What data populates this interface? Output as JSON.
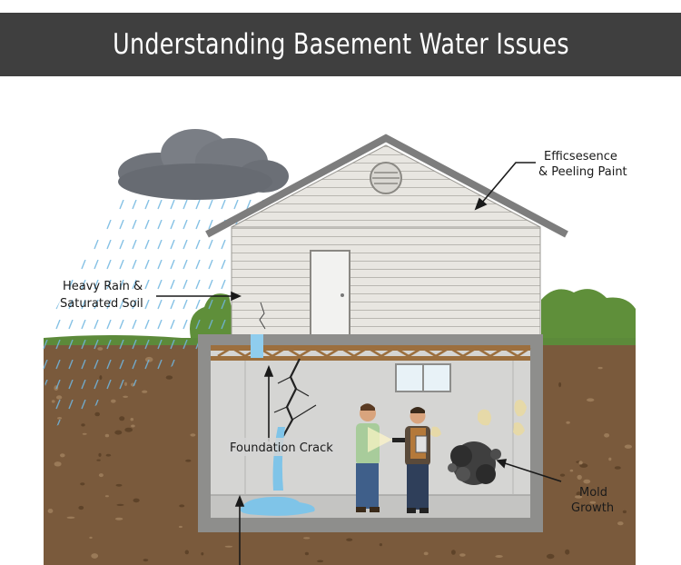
{
  "title": "Understanding Basement Water Issues",
  "labels": {
    "efflorescence_line1": "Efficsesence",
    "efflorescence_line2": "& Peeling Paint",
    "rain_line1": "Heavy Rain &",
    "rain_line2": "Saturated Soil",
    "crack": "Foundation Crack",
    "mold_line1": "Mold",
    "mold_line2": "Growth"
  },
  "colors": {
    "title_bg": "#3f3f3f",
    "soil": "#7a5a3c",
    "siding": "#e6e4df",
    "roof": "#8e8e8e",
    "water": "#7fc4e8",
    "grass": "#5c8a3a",
    "basement_wall": "#d5d5d3"
  }
}
